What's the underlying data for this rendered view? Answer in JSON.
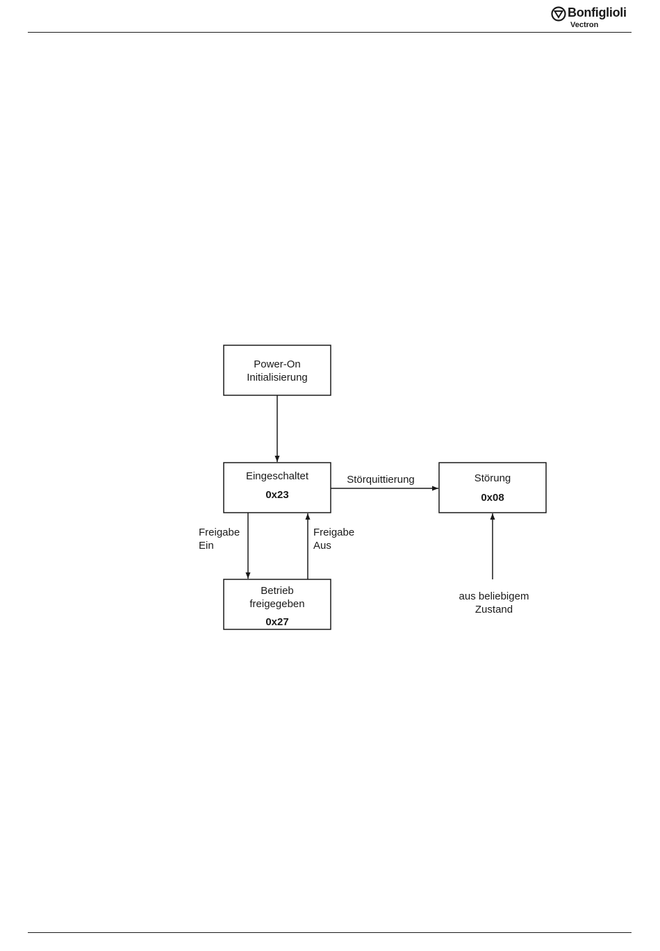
{
  "header": {
    "logo_brand": "Bonfiglioli",
    "logo_sub": "Vectron"
  },
  "diagram": {
    "states": {
      "power_on": {
        "line1": "Power-On",
        "line2": "Initialisierung"
      },
      "eingeschaltet": {
        "label": "Eingeschaltet",
        "code": "0x23"
      },
      "betrieb": {
        "line1": "Betrieb",
        "line2": "freigegeben",
        "code": "0x27"
      },
      "stoerung": {
        "label": "Störung",
        "code": "0x08"
      }
    },
    "transitions": {
      "freigabe_ein": {
        "line1": "Freigabe",
        "line2": "Ein"
      },
      "freigabe_aus": {
        "line1": "Freigabe",
        "line2": "Aus"
      },
      "stoerquittierung": "Störquittierung",
      "any_state": {
        "line1": "aus beliebigem",
        "line2": "Zustand"
      }
    }
  }
}
